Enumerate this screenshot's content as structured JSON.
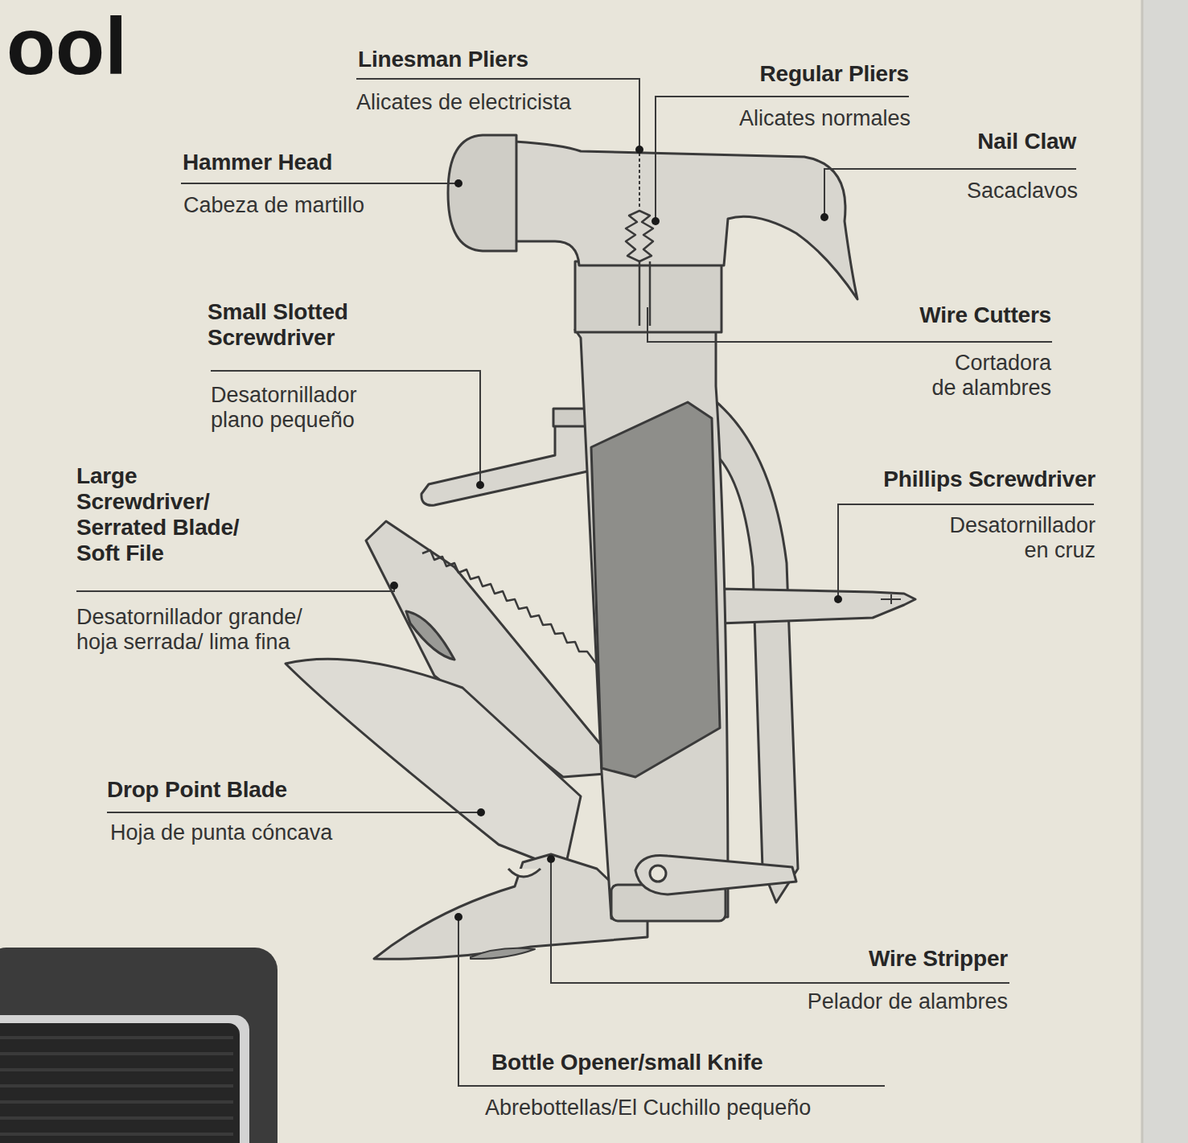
{
  "diagram": {
    "title": "ool",
    "labels": [
      "Linesman Pliers",
      "Alicates de electricista",
      "Regular Pliers",
      "Alicates normales",
      "Hammer Head",
      "Cabeza de martillo",
      "Nail Claw",
      "Sacaclavos",
      "Small Slotted Screwdriver",
      "Desatornillador plano pequeño",
      "Wire Cutters",
      "Cortadora de alambres",
      "Phillips Screwdriver",
      "Desatornillador en cruz",
      "Large Screwdriver/ Serrated Blade/ Soft File",
      "Desatornillador grande/ hoja serrada/ lima fina",
      "Drop Point Blade",
      "Hoja de punta cóncava",
      "Wire Stripper",
      "Pelador de alambres",
      "Bottle Opener/small Knife",
      "Abrebottellas/El Cuchillo pequeño"
    ]
  }
}
